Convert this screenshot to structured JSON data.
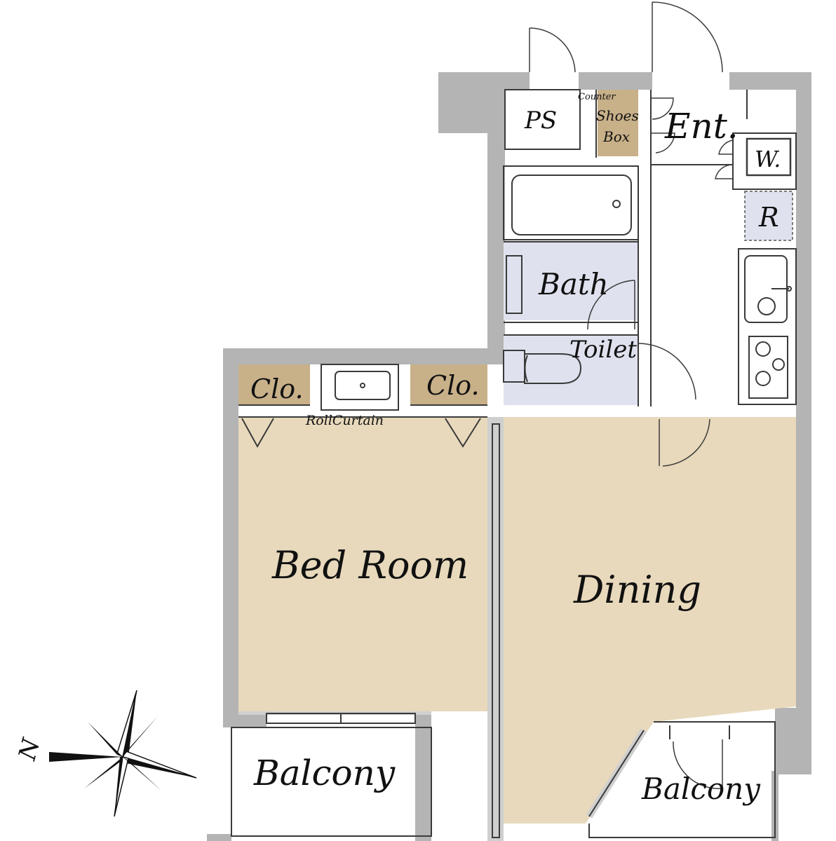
{
  "labels": {
    "ps": "PS",
    "counter": "Counter",
    "shoes": "Shoes",
    "box": "Box",
    "entrance": "Ent.",
    "washer": "W.",
    "refrigerator": "R",
    "bath": "Bath",
    "toilet": "Toilet",
    "closet_left": "Clo.",
    "closet_right": "Clo.",
    "roll_curtain": "RollCurtain",
    "bedroom": "Bed Room",
    "dining": "Dining",
    "balcony_left": "Balcony",
    "balcony_right": "Balcony",
    "north": "N"
  },
  "colors": {
    "wall": "#b4b4b4",
    "room_floor": "#e8d9bc",
    "storage": "#c8b089",
    "wet_area": "#dfe2ee",
    "line": "#3a3a3a"
  },
  "icons": [
    "compass-rose-icon",
    "door-swing-icon",
    "bathtub-icon",
    "toilet-icon",
    "sink-icon",
    "stove-icon"
  ]
}
